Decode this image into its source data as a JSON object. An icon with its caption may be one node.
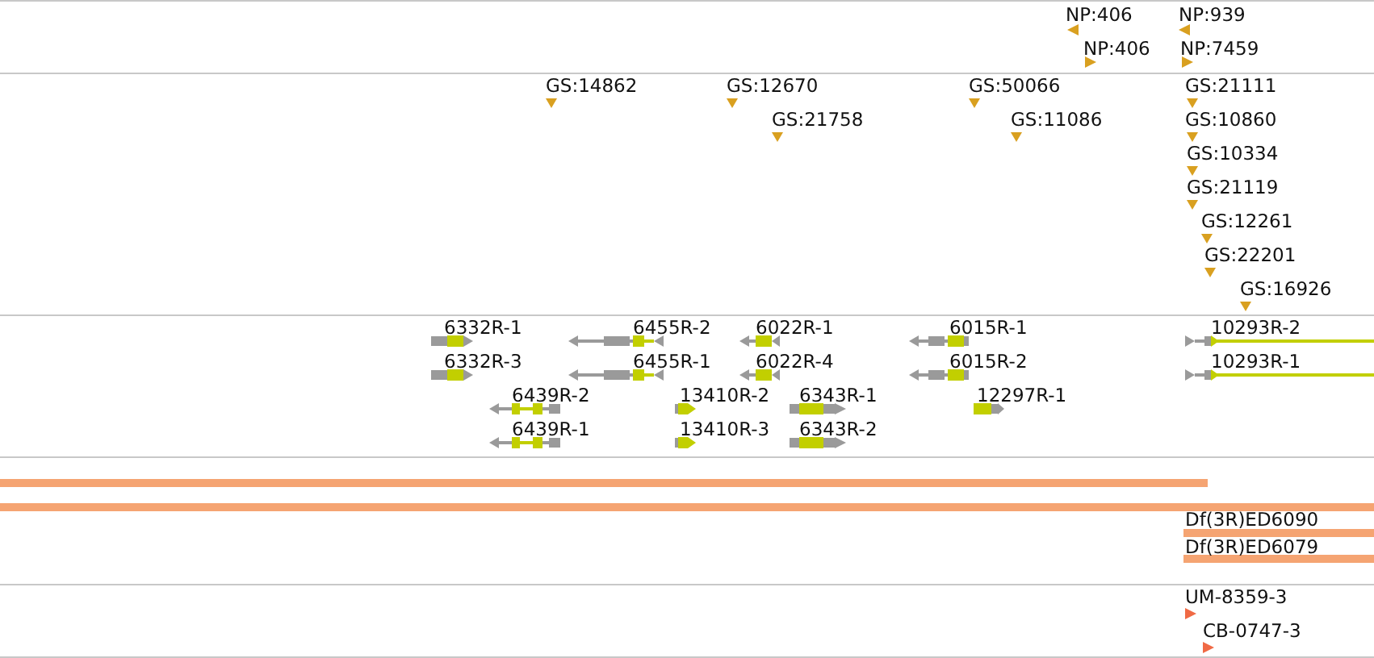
{
  "diagram": {
    "nodes": [
      {
        "text": [
          "NP:406"
        ]
      },
      {
        "text": [
          "NP:939"
        ]
      },
      {
        "text": [
          "NP:406"
        ]
      },
      {
        "text": [
          "NP:7459"
        ]
      },
      {
        "text": [
          "GS:14862"
        ]
      },
      {
        "text": [
          "GS:12670"
        ]
      },
      {
        "text": [
          "GS:50066"
        ]
      },
      {
        "text": [
          "GS:21111"
        ]
      },
      {
        "text": [
          "GS:21758"
        ]
      },
      {
        "text": [
          "GS:11086"
        ]
      },
      {
        "text": [
          "GS:10860"
        ]
      },
      {
        "text": [
          "GS:10334"
        ]
      },
      {
        "text": [
          "GS:21119"
        ]
      },
      {
        "text": [
          "GS:12261"
        ]
      },
      {
        "text": [
          "GS:22201"
        ]
      },
      {
        "text": [
          "GS:16926"
        ]
      },
      {
        "text": [
          "6332R-1"
        ]
      },
      {
        "text": [
          "6455R-2"
        ]
      },
      {
        "text": [
          "6022R-1"
        ]
      },
      {
        "text": [
          "6015R-1"
        ]
      },
      {
        "text": [
          "10293R-2"
        ]
      },
      {
        "text": [
          "6332R-3"
        ]
      },
      {
        "text": [
          "6455R-1"
        ]
      },
      {
        "text": [
          "6022R-4"
        ]
      },
      {
        "text": [
          "6015R-2"
        ]
      },
      {
        "text": [
          "10293R-1"
        ]
      },
      {
        "text": [
          "6439R-2"
        ]
      },
      {
        "text": [
          "13410R-2"
        ]
      },
      {
        "text": [
          "6343R-1"
        ]
      },
      {
        "text": [
          "12297R-1"
        ]
      },
      {
        "text": [
          "6439R-1"
        ]
      },
      {
        "text": [
          "13410R-3"
        ]
      },
      {
        "text": [
          "6343R-2"
        ]
      },
      {
        "text": [],
        "shape": "bar"
      },
      {
        "text": [],
        "shape": "bar"
      },
      {
        "text": [
          "Df(3R)ED6090"
        ]
      },
      {
        "text": [
          "Df(3R)ED6079"
        ]
      },
      {
        "text": [
          "UM-8359-3"
        ]
      },
      {
        "text": [
          "CB-0747-3"
        ]
      }
    ]
  }
}
